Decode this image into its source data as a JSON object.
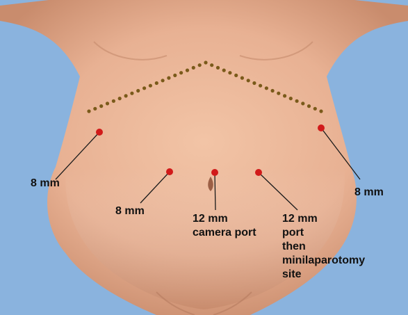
{
  "figure": {
    "background_color": "#8ab3de",
    "skin_color": "#ebb596",
    "incision_dots_color": "#7a5a1a",
    "port_color": "#d11a1a",
    "leader_color": "#1a1a1a"
  },
  "ports": [
    {
      "id": "left-lateral",
      "lines": [
        "8 mm"
      ]
    },
    {
      "id": "left-medial",
      "lines": [
        "8 mm"
      ]
    },
    {
      "id": "camera",
      "lines": [
        "12 mm",
        "camera port"
      ]
    },
    {
      "id": "minilaparotomy",
      "lines": [
        "12 mm",
        "port",
        "then",
        "minilaparotomy",
        "site"
      ]
    },
    {
      "id": "right-lateral",
      "lines": [
        "8 mm"
      ]
    }
  ]
}
